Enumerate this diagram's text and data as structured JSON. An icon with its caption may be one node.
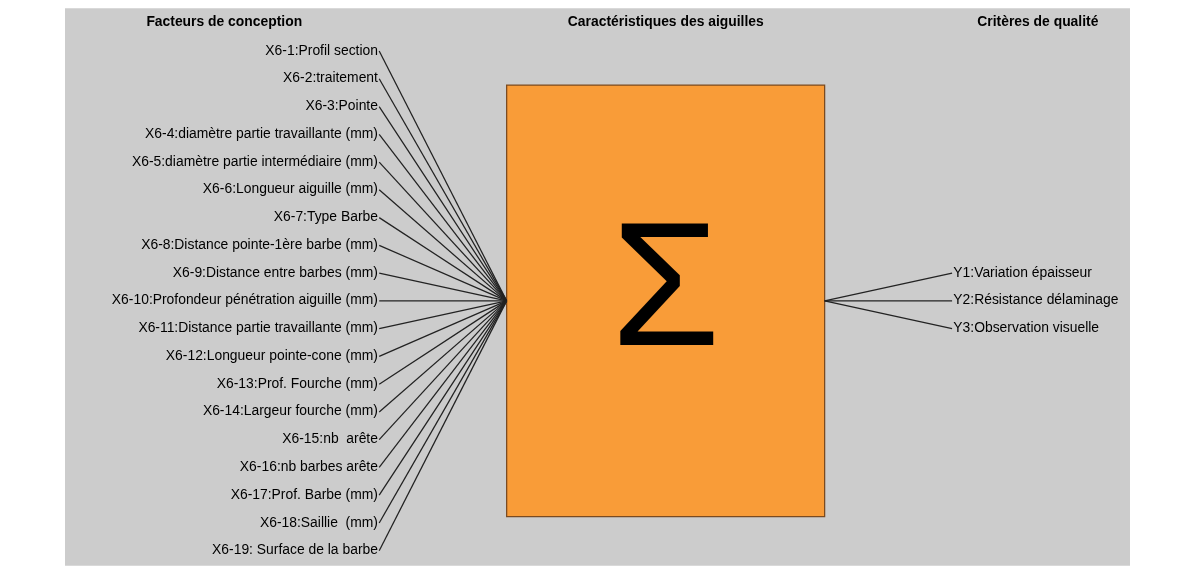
{
  "diagram": {
    "nodes": [
      {
        "text": [
          "X6-1:Profil section"
        ]
      },
      {
        "text": [
          "X6-2:traitement"
        ]
      },
      {
        "text": [
          "X6-3:Pointe"
        ]
      },
      {
        "text": [
          "X6-4:diamètre partie travaillante (mm)"
        ]
      },
      {
        "text": [
          "X6-5:diamètre partie intermédiaire (mm)"
        ]
      },
      {
        "text": [
          "X6-6:Longueur aiguille (mm)"
        ]
      },
      {
        "text": [
          "X6-7:Type Barbe"
        ]
      },
      {
        "text": [
          "X6-8:Distance pointe-1ère barbe (mm)"
        ]
      },
      {
        "text": [
          "X6-9:Distance entre barbes (mm)"
        ]
      },
      {
        "text": [
          "X6-10:Profondeur pénétration aiguille (mm)"
        ]
      },
      {
        "text": [
          "X6-11:Distance partie travaillante (mm)"
        ]
      },
      {
        "text": [
          "X6-12:Longueur pointe-cone (mm)"
        ]
      },
      {
        "text": [
          "X6-13:Prof. Fourche (mm)"
        ]
      },
      {
        "text": [
          "X6-14:Largeur fourche (mm)"
        ]
      },
      {
        "text": [
          "X6-15:nb  arête"
        ]
      },
      {
        "text": [
          "X6-16:nb barbes arête"
        ]
      },
      {
        "text": [
          "X6-17:Prof. Barbe (mm)"
        ]
      },
      {
        "text": [
          "X6-18:Saillie  (mm)"
        ]
      },
      {
        "text": [
          "X6-19: Surface de la barbe"
        ]
      },
      {
        "text": [
          "Σ"
        ]
      },
      {
        "text": [
          "Y1:Variation épaisseur"
        ]
      },
      {
        "text": [
          "Y2:Résistance délaminage"
        ]
      },
      {
        "text": [
          "Y3:Observation visuelle"
        ]
      }
    ],
    "edges": [
      {
        "from": 0,
        "to": 19,
        "arrow": "none"
      },
      {
        "from": 1,
        "to": 19,
        "arrow": "none"
      },
      {
        "from": 2,
        "to": 19,
        "arrow": "none"
      },
      {
        "from": 3,
        "to": 19,
        "arrow": "none"
      },
      {
        "from": 4,
        "to": 19,
        "arrow": "none"
      },
      {
        "from": 5,
        "to": 19,
        "arrow": "none"
      },
      {
        "from": 6,
        "to": 19,
        "arrow": "none"
      },
      {
        "from": 7,
        "to": 19,
        "arrow": "none"
      },
      {
        "from": 8,
        "to": 19,
        "arrow": "none"
      },
      {
        "from": 9,
        "to": 19,
        "arrow": "none"
      },
      {
        "from": 10,
        "to": 19,
        "arrow": "none"
      },
      {
        "from": 11,
        "to": 19,
        "arrow": "none"
      },
      {
        "from": 12,
        "to": 19,
        "arrow": "none"
      },
      {
        "from": 13,
        "to": 19,
        "arrow": "none"
      },
      {
        "from": 14,
        "to": 19,
        "arrow": "none"
      },
      {
        "from": 15,
        "to": 19,
        "arrow": "none"
      },
      {
        "from": 16,
        "to": 19,
        "arrow": "none"
      },
      {
        "from": 17,
        "to": 19,
        "arrow": "none"
      },
      {
        "from": 18,
        "to": 19,
        "arrow": "none"
      },
      {
        "from": 19,
        "to": 20,
        "arrow": "none"
      },
      {
        "from": 19,
        "to": 21,
        "arrow": "none"
      },
      {
        "from": 19,
        "to": 22,
        "arrow": "none"
      }
    ],
    "labels": [
      "Facteurs de conception",
      "Caractéristiques des aiguilles",
      "Critères de qualité"
    ]
  }
}
